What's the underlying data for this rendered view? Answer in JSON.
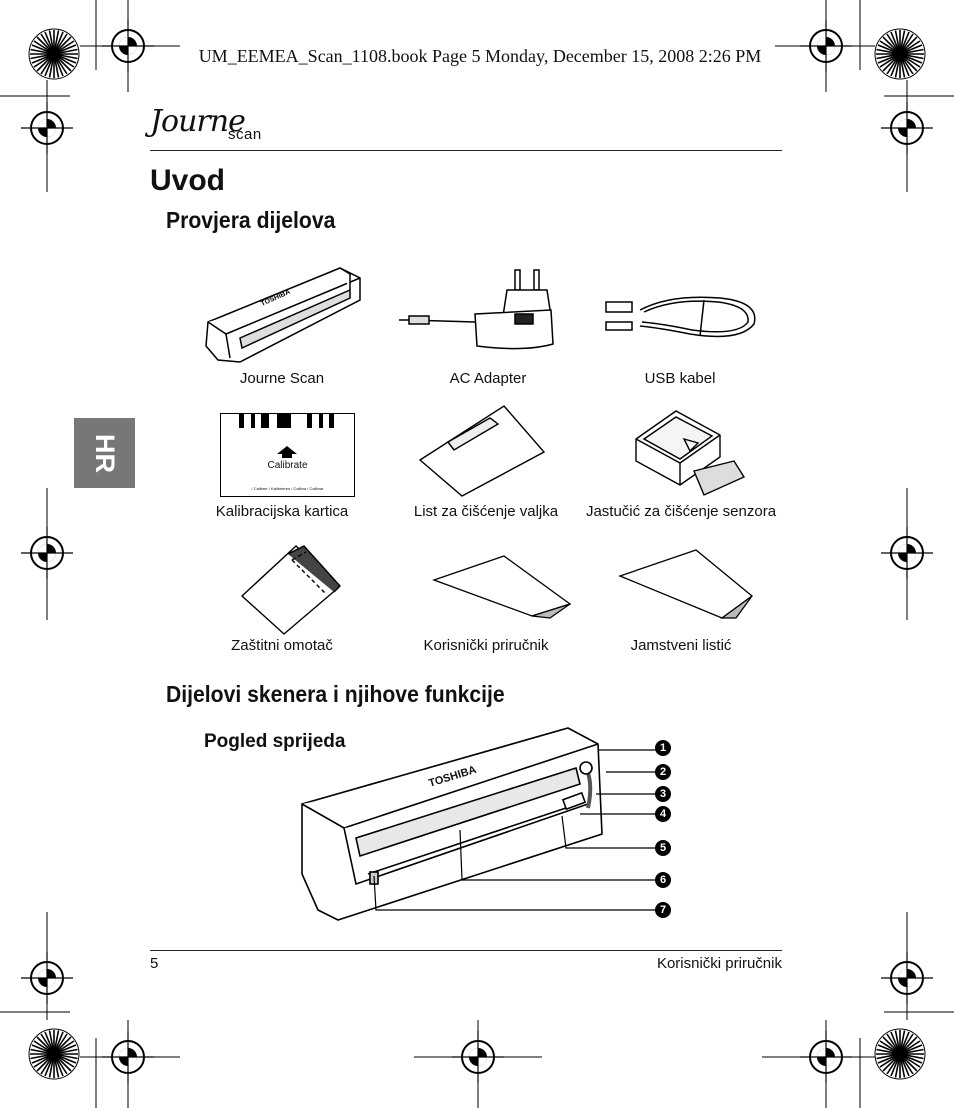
{
  "print_header": "UM_EEMEA_Scan_1108.book  Page 5  Monday, December 15, 2008  2:26 PM",
  "logo": {
    "script": "Journe",
    "sub": "scan"
  },
  "side_tab": "HR",
  "title": "Uvod",
  "section1": {
    "heading": "Provjera dijelova",
    "items": [
      {
        "label": "Journe Scan",
        "icon": "scanner-icon"
      },
      {
        "label": "AC Adapter",
        "icon": "ac-adapter-icon"
      },
      {
        "label": "USB kabel",
        "icon": "usb-cable-icon"
      },
      {
        "label": "Kalibracijska kartica",
        "icon": "calibration-card-icon"
      },
      {
        "label": "List za čišćenje valjka",
        "icon": "roller-cleaning-sheet-icon"
      },
      {
        "label": "Jastučić za čišćenje senzora",
        "icon": "sensor-cleaning-pad-icon"
      },
      {
        "label": "Zaštitni omotač",
        "icon": "protective-sleeve-icon"
      },
      {
        "label": "Korisnički priručnik",
        "icon": "user-manual-icon"
      },
      {
        "label": "Jamstveni listić",
        "icon": "warranty-leaflet-icon"
      }
    ],
    "card_text": "Calibrate",
    "card_fine_print": "/ Calibrer / Kalibrieren / Calibra / Calibrar"
  },
  "section2": {
    "heading": "Dijelovi skenera i njihove funkcije",
    "subheading": "Pogled sprijeda",
    "brand": "TOSHIBA",
    "callouts": [
      "1",
      "2",
      "3",
      "4",
      "5",
      "6",
      "7"
    ]
  },
  "footer": {
    "page_number": "5",
    "doc_name": "Korisnički priručnik"
  }
}
